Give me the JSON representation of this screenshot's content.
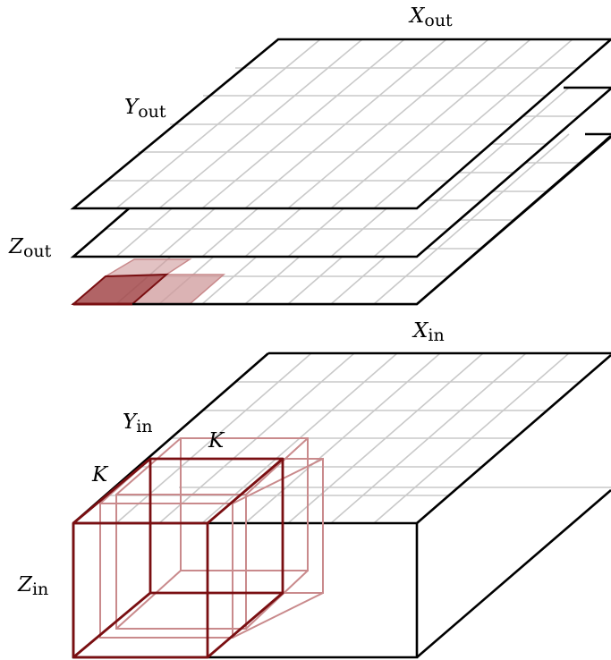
{
  "labels": {
    "x_out": {
      "main": "X",
      "sub": "out"
    },
    "y_out": {
      "main": "Y",
      "sub": "out"
    },
    "z_out": {
      "main": "Z",
      "sub": "out"
    },
    "x_in": {
      "main": "X",
      "sub": "in"
    },
    "y_in": {
      "main": "Y",
      "sub": "in"
    },
    "z_in": {
      "main": "Z",
      "sub": "in"
    },
    "k_depth": "K",
    "k_height": "K"
  },
  "colors": {
    "outline": "#000000",
    "grid": "#c9c9c9",
    "kernel_dark": "#7a0f12",
    "kernel_light": "#c98a8c",
    "output_highlight_dark": "#a3494b",
    "output_highlight_light": "#cf9a9b"
  },
  "structure": {
    "output_layers": 3,
    "grid_rows": 6,
    "grid_cols": 8
  }
}
